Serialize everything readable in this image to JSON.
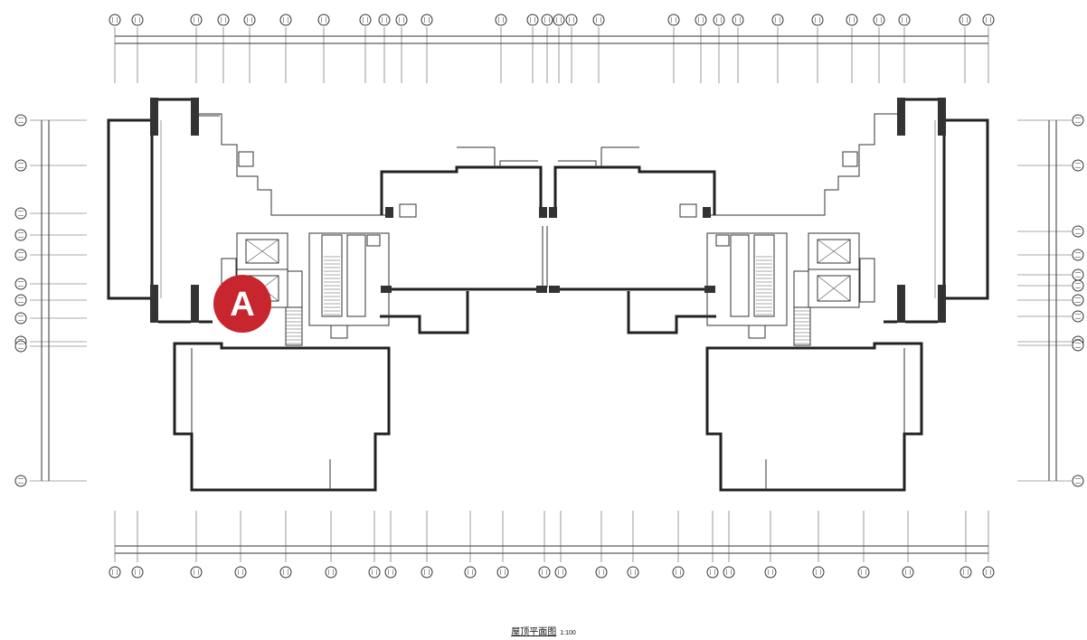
{
  "drawing": {
    "title": "屋顶平面图",
    "scale": "1:100"
  },
  "marker": {
    "label": "A",
    "color": "#c8262e"
  }
}
